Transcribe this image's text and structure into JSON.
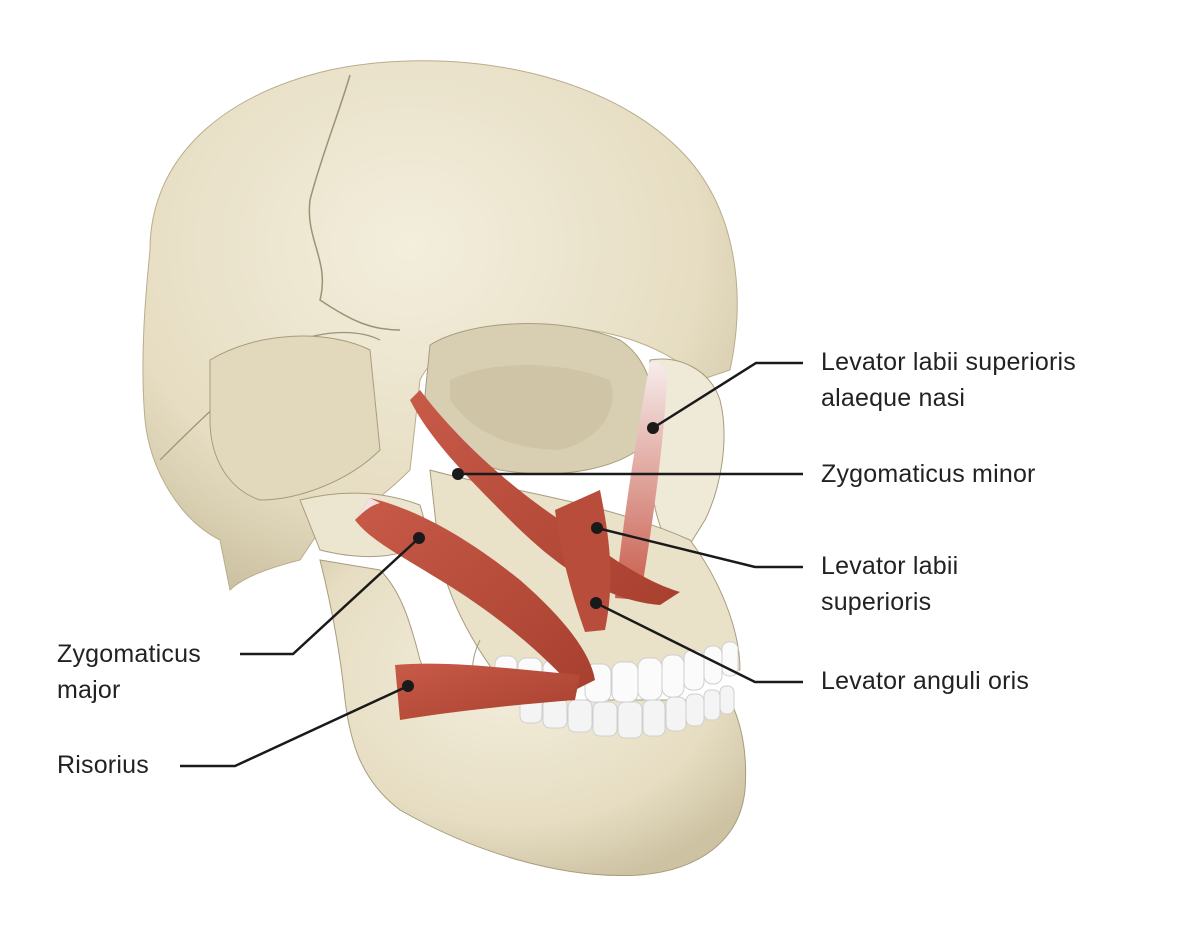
{
  "diagram": {
    "subject": "skull-with-facial-muscles",
    "colors": {
      "bone": "#e8e0c8",
      "bone_shadow": "#c9bfa0",
      "bone_highlight": "#f4efe0",
      "muscle": "#b84a3a",
      "muscle_light": "#d9806e",
      "tendon": "#f0dcdc",
      "teeth": "#fafafa",
      "leader_line": "#1a1a1a",
      "text": "#222222"
    },
    "labels": [
      {
        "id": "levator-labii-superioris-alaeque-nasi",
        "lines": [
          "Levator labii superioris",
          "alaeque nasi"
        ]
      },
      {
        "id": "zygomaticus-minor",
        "lines": [
          "Zygomaticus minor"
        ]
      },
      {
        "id": "levator-labii-superioris",
        "lines": [
          "Levator labii",
          "superioris"
        ]
      },
      {
        "id": "levator-anguli-oris",
        "lines": [
          "Levator anguli oris"
        ]
      },
      {
        "id": "zygomaticus-major",
        "lines": [
          "Zygomaticus",
          "major"
        ]
      },
      {
        "id": "risorius",
        "lines": [
          "Risorius"
        ]
      }
    ]
  }
}
